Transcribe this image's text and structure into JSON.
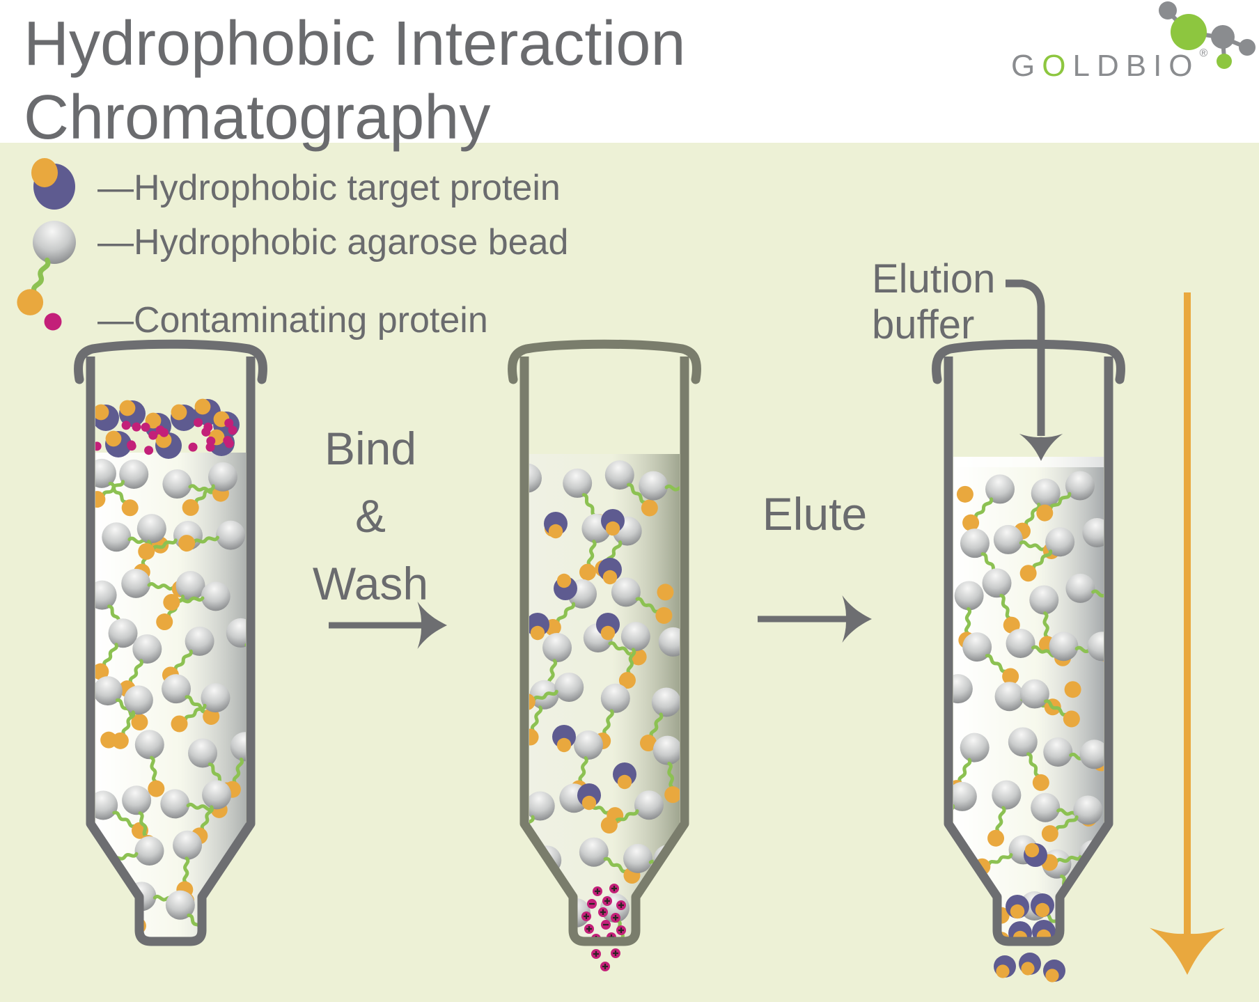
{
  "header": {
    "title_line1": "Hydrophobic Interaction",
    "title_line2": "Chromatography",
    "logo": {
      "part1": "G",
      "part2": "O",
      "part3": "LDBIO",
      "reg": "®"
    }
  },
  "legend": {
    "items": [
      {
        "icon": "target-protein-icon",
        "label": "—Hydrophobic target protein"
      },
      {
        "icon": "agarose-bead-icon",
        "label": "—Hydrophobic agarose bead"
      },
      {
        "icon": "contaminating-protein-icon",
        "label": "—Contaminating protein"
      }
    ]
  },
  "steps": {
    "bind_wash": {
      "lines": [
        "Bind",
        "&",
        "Wash"
      ]
    },
    "elute": {
      "label": "Elute"
    },
    "elution_buffer": {
      "lines": [
        "Elution",
        "buffer"
      ]
    }
  },
  "colors": {
    "background": "#edf1d6",
    "header_bg": "#ffffff",
    "text": "#6a6b6e",
    "outline_gray": "#6d6e71",
    "outline_olive": "#7a7d6c",
    "orange": "#e9a83e",
    "purple": "#5e5b90",
    "magenta": "#c32079",
    "squiggle_green": "#8cc152",
    "logo_green": "#8dc63f",
    "logo_gray": "#8a8c8f",
    "sign": "#2b2523",
    "bead_light": "#f7f7f6",
    "bead_mid": "#c9cbcb",
    "bead_dark": "#67696c",
    "resin1_light": "#ffffff",
    "resin1_dark": "#aeb2b0",
    "resin2_light": "#eff1e4",
    "resin2_dark": "#a0a690",
    "resin3_light": "#ffffff",
    "resin3_dark": "#a7abad"
  }
}
